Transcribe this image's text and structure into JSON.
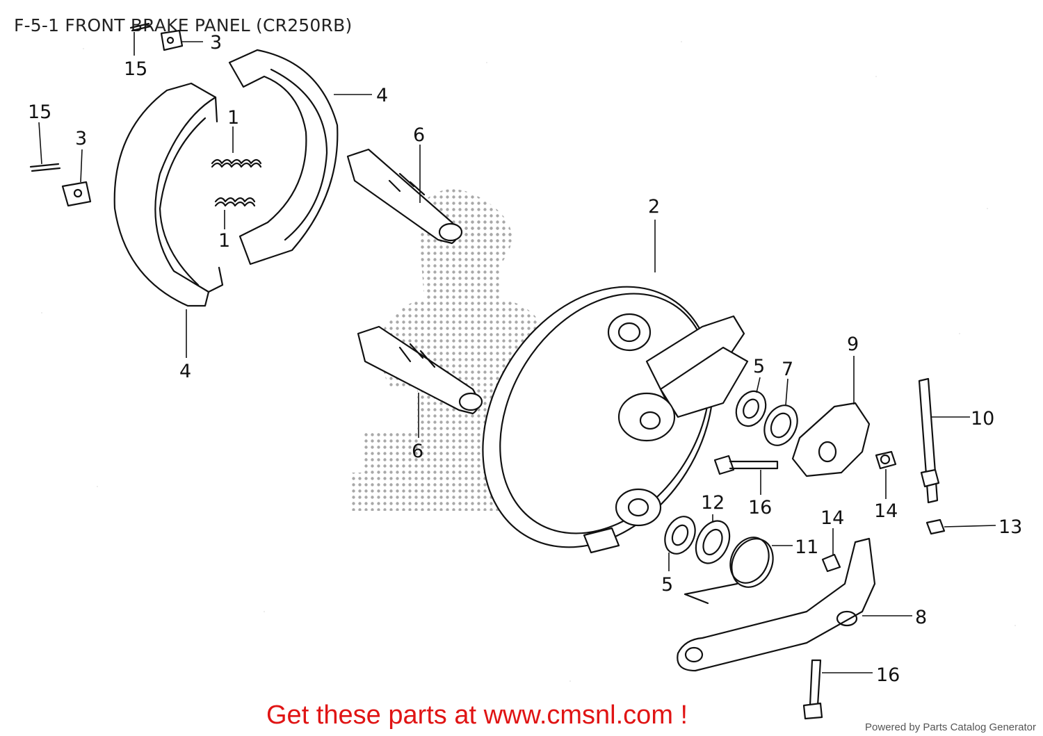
{
  "page": {
    "title": "F-5-1 FRONT BRAKE PANEL (CR250RB)",
    "cta": "Get these parts at www.cmsnl.com !",
    "footer": "Powered by Parts Catalog Generator",
    "watermark_icon": "cmsnl-watermark-logo"
  },
  "callouts": [
    "15",
    "3",
    "4",
    "15",
    "3",
    "1",
    "1",
    "6",
    "4",
    "2",
    "6",
    "5",
    "7",
    "9",
    "10",
    "16",
    "14",
    "12",
    "14",
    "13",
    "11",
    "5",
    "8",
    "16"
  ],
  "colors": {
    "cta": "#e01414",
    "line": "#111111",
    "watermark": "#9a9a9a"
  }
}
